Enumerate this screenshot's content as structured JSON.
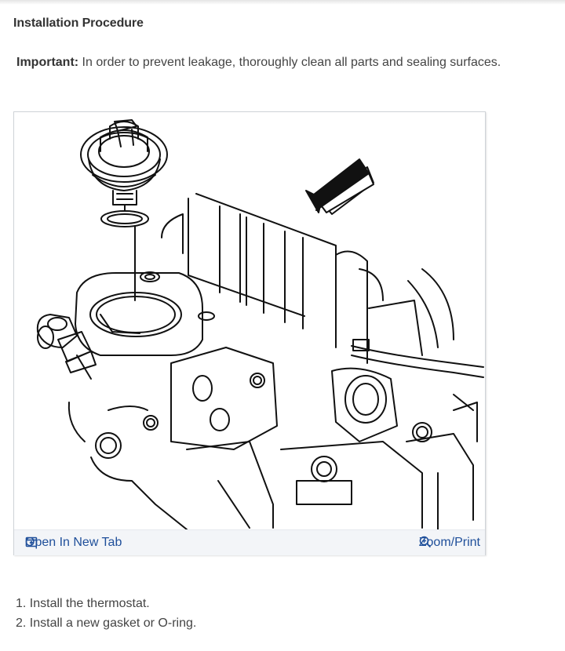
{
  "header": {
    "title": "Installation Procedure"
  },
  "note": {
    "label": "Important:",
    "text": " In order to prevent leakage, thoroughly clean all parts and sealing surfaces."
  },
  "figure": {
    "open_tab_label": "Open In New Tab",
    "zoom_print_label": "Zoom/Print",
    "open_tab_icon": "open-in-new-tab-icon",
    "zoom_icon": "magnifier-plus-icon"
  },
  "steps": [
    "1. Install the thermostat.",
    "2. Install a new gasket or O-ring."
  ]
}
